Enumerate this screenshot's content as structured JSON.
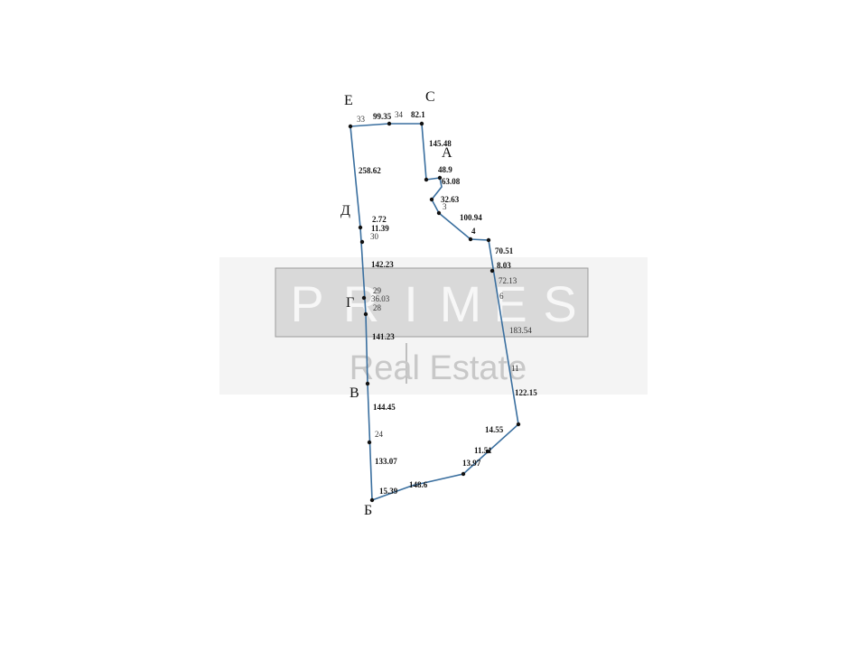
{
  "watermark": {
    "brand_letters": [
      "P",
      "R",
      "I",
      "M",
      "E",
      "S"
    ],
    "subtitle": "Real Estate"
  },
  "plot": {
    "boundary_color": "#3a6f9f",
    "point_color": "#111111",
    "corner_labels": {
      "E": "Е",
      "C": "С",
      "A": "А",
      "D": "Д",
      "G": "Г",
      "V": "В",
      "B": "Б"
    },
    "segment_lengths": {
      "top_left": "99.35",
      "top_right": "82.1",
      "right_upper": "145.48",
      "notch_a": "48.9",
      "notch_b": "63.08",
      "notch_c": "32.63",
      "diag": "100.94",
      "step": "4",
      "east_1": "70.51",
      "east_2": "8.03",
      "east_3": "122.15",
      "left_top": "258.62",
      "left_mid": "142.23",
      "left_mid2": "141.23",
      "left_low": "144.45",
      "left_bot": "133.07",
      "bottom": "148.6",
      "bottom_left": "15.39",
      "se_1": "14.55",
      "se_2": "11.51",
      "se_3": "13.97",
      "d_side": "11.39",
      "d_small": "2.72"
    },
    "vertex_numbers": {
      "n33": "33",
      "n34": "34",
      "n30": "30",
      "n29": "29",
      "n28": "28",
      "n24": "24",
      "n3": "3",
      "n6": "6",
      "n11": "11",
      "area_g": "36.03",
      "area_e": "72.13",
      "area_e2": "183.54"
    }
  }
}
